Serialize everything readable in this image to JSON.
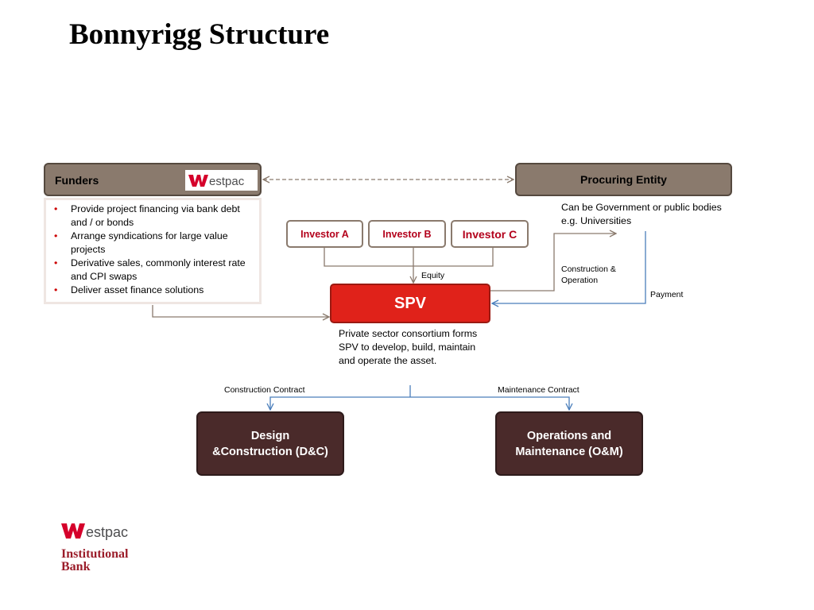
{
  "slide": {
    "title": "Bonnyrigg Structure"
  },
  "funders": {
    "label": "Funders",
    "bullets": [
      "Provide project financing via bank debt and / or bonds",
      "Arrange syndications for large value projects",
      "Derivative sales, commonly interest rate and CPI swaps",
      "Deliver asset finance solutions"
    ]
  },
  "procuring_entity": {
    "label": "Procuring Entity",
    "note": "Can be Government or public bodies e.g. Universities"
  },
  "investors": [
    "Investor A",
    "Investor B",
    "Investor C"
  ],
  "spv": {
    "label": "SPV",
    "description": "Private sector consortium forms SPV to develop, build, maintain and operate the asset."
  },
  "flows": {
    "equity": "Equity",
    "construction_operation": "Construction & Operation",
    "payment": "Payment",
    "construction_contract": "Construction Contract",
    "maintenance_contract": "Maintenance Contract"
  },
  "contractors": {
    "dc": "Design &Construction (D&C)",
    "om": "Operations and Maintenance (O&M)"
  },
  "branding": {
    "logo_text": "estpac",
    "logo_full": "Westpac",
    "division_line1": "Institutional",
    "division_line2": "Bank"
  },
  "colors": {
    "header_fill": "#8a7a6d",
    "spv_red": "#e0221a",
    "contractor_fill": "#4a2a2a",
    "investor_text": "#b3001b",
    "connector_brown": "#8a7a6d",
    "connector_blue": "#4a7ebb",
    "brand_red": "#d5002b"
  }
}
